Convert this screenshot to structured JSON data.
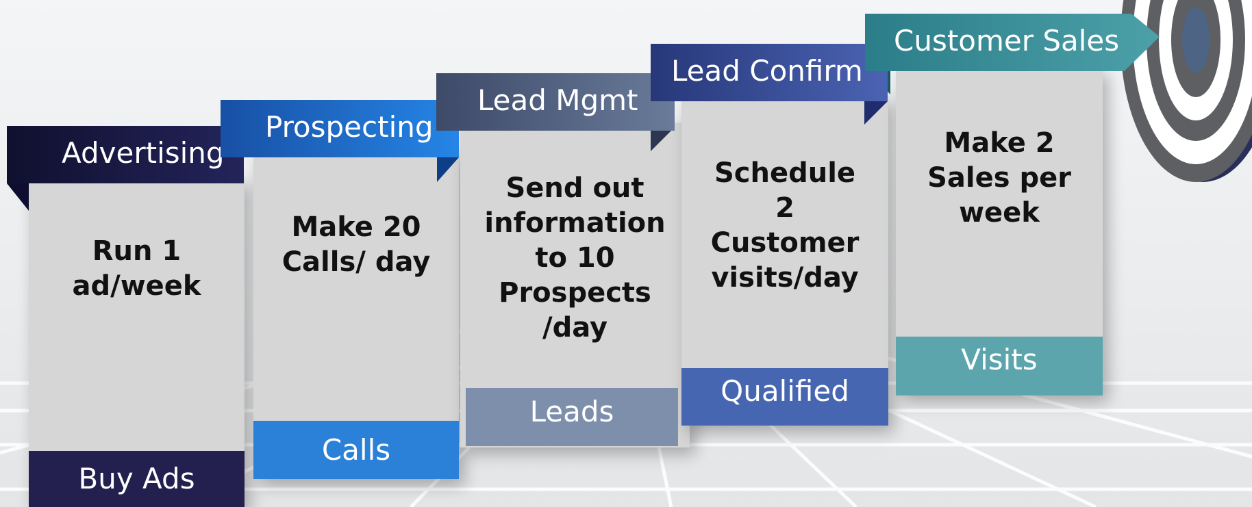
{
  "steps": [
    {
      "title": "Advertising",
      "goal": "Run 1\nad/week",
      "result": "Buy Ads",
      "color": "#1c1b45",
      "footer_color": "#23204f"
    },
    {
      "title": "Prospecting",
      "goal": "Make 20\nCalls/ day",
      "result": "Calls",
      "color": "#1e6ed0",
      "footer_color": "#2b80d8"
    },
    {
      "title": "Lead Mgmt",
      "goal": "Send out\ninformation\nto 10\nProspects\n/day",
      "result": "Leads",
      "color": "#5a6a88",
      "footer_color": "#7e8fab"
    },
    {
      "title": "Lead Confirm",
      "goal": "Schedule\n2\nCustomer\nvisits/day",
      "result": "Qualified",
      "color": "#34489a",
      "footer_color": "#4766b2"
    },
    {
      "title": "Customer Sales",
      "goal": "Make 2\nSales per\nweek",
      "result": "Visits",
      "color": "#2f8691",
      "footer_color": "#5ca5ad"
    }
  ]
}
